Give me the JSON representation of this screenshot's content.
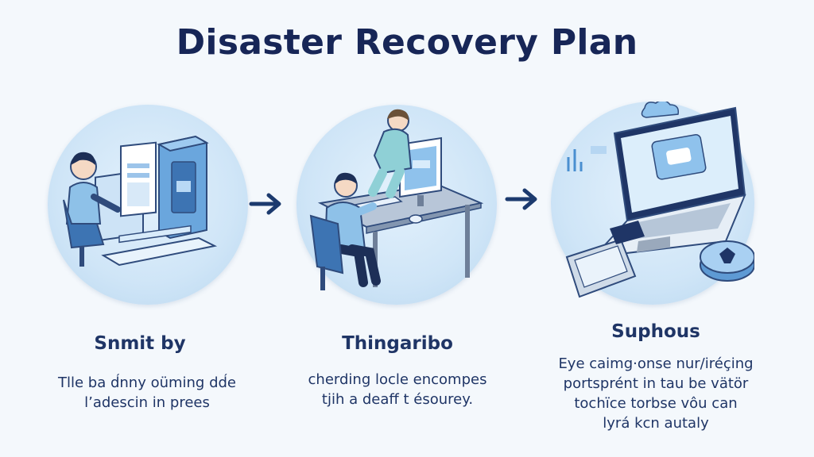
{
  "title": "Disaster Recovery Plan",
  "colors": {
    "title": "#172657",
    "text": "#1f3566",
    "circle": "#cfe5f7",
    "accent": "#4a8fd0",
    "arrow": "#1c3a6e"
  },
  "steps": [
    {
      "heading": "Snmit by",
      "illustration": "person-at-workstation-with-server",
      "description": [
        "Tlle ba d́nny oüming dd́e",
        "l’adescin in prees"
      ]
    },
    {
      "heading": "Thingaribo",
      "illustration": "two-people-at-desk-with-monitor",
      "description": [
        "cherding locle encompes",
        "tjih a deaff t ésourey."
      ]
    },
    {
      "heading": "Suphous",
      "illustration": "laptop-with-backup-drive",
      "description": [
        "Eye caimg·onse nur/iréçing",
        "portsprént in tau be vätör",
        "tochïce torbse vôu can",
        "lyrá kcn autaly"
      ]
    }
  ],
  "arrows": [
    "right-arrow-icon",
    "right-arrow-icon"
  ]
}
